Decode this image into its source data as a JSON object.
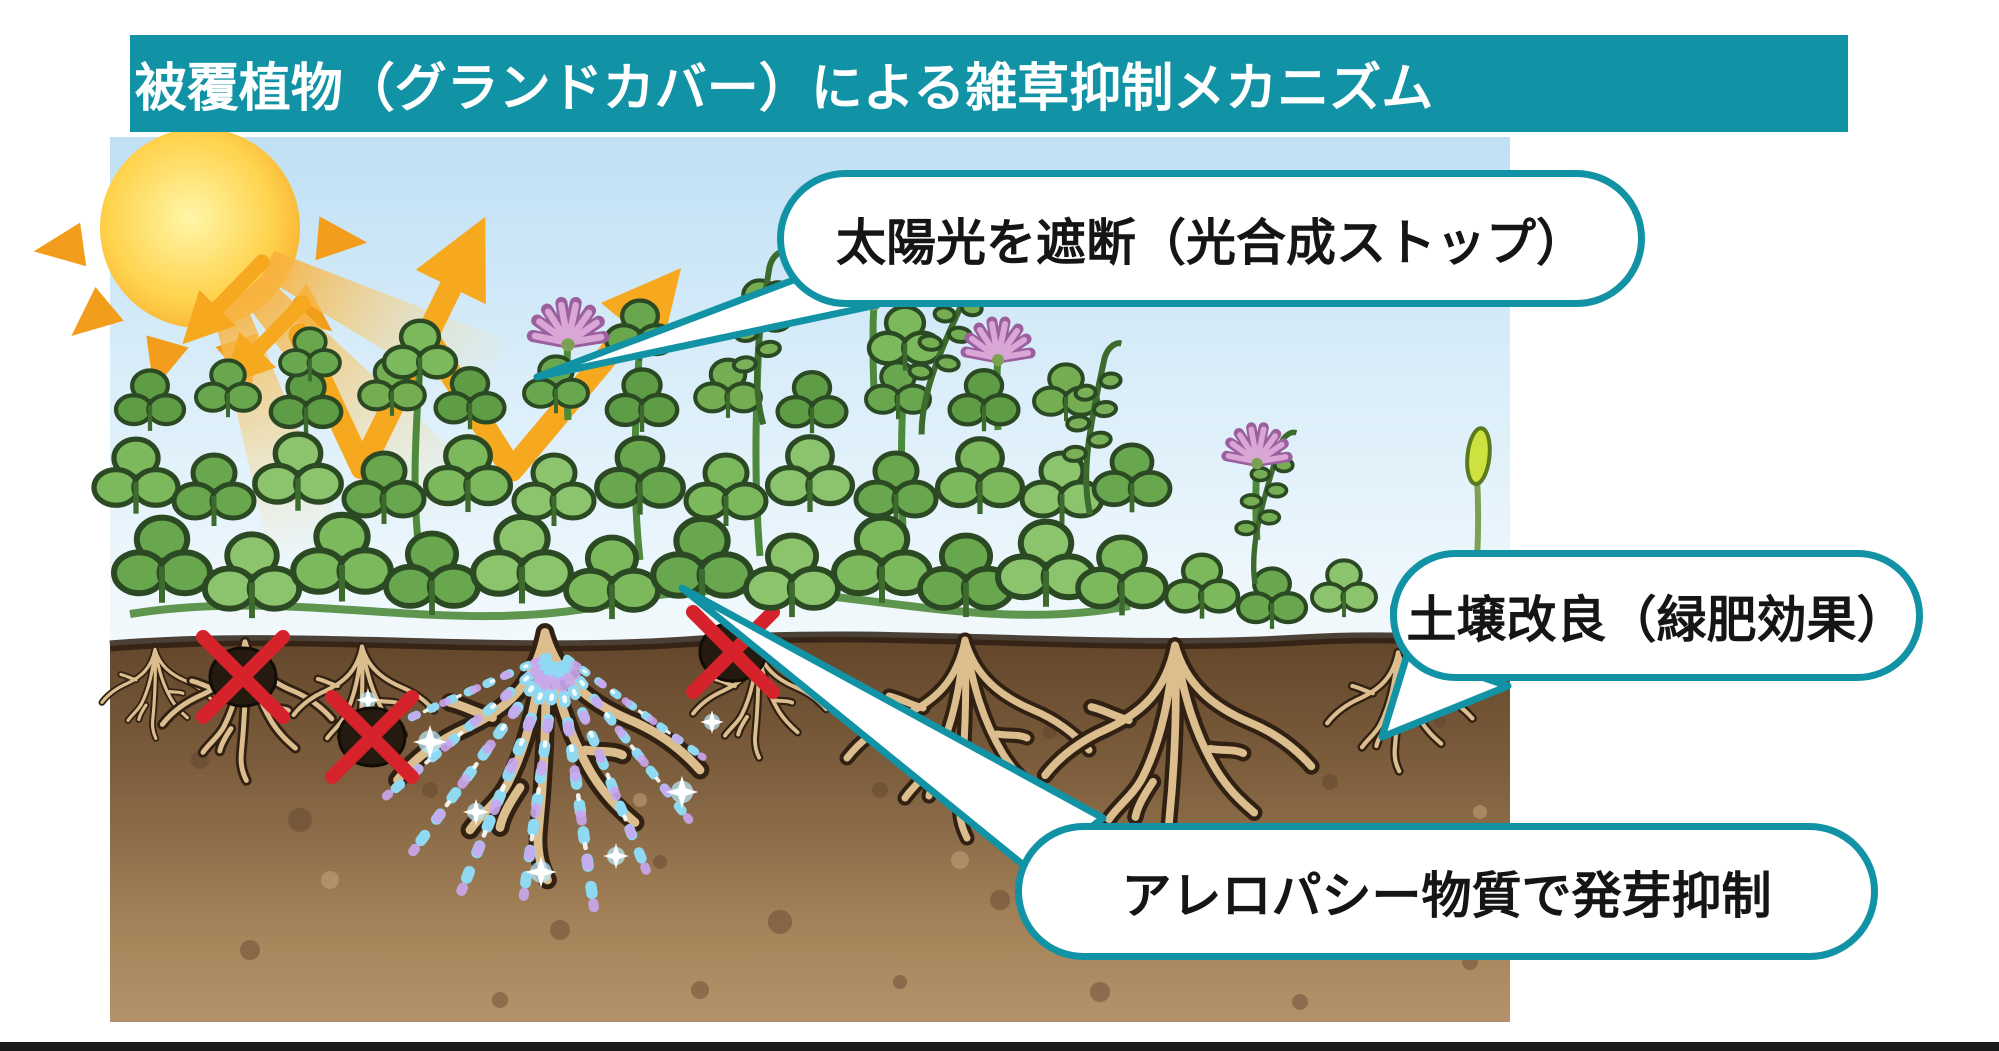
{
  "title": {
    "text": "被覆植物（グランドカバー）による雑草抑制メカニズム"
  },
  "callouts": {
    "sunlight_block": {
      "label": "太陽光を遮断（光合成ストップ）"
    },
    "soil_improvement": {
      "label": "土壌改良（緑肥効果）"
    },
    "allelopathy": {
      "label": "アレロパシー物質で発芽抑制"
    }
  },
  "icons": {
    "sun": "sun-icon",
    "light_bounce_arrows": "light-bounce-arrow-icon",
    "allelopathy_sparkles": "allelopathy-sparkle-icon",
    "suppressed_seed": "seed-crossed-out-icon"
  },
  "colors": {
    "accent_teal": "#1293a5",
    "title_text": "#ffffff",
    "callout_text": "#151515",
    "sun_orange": "#f59c1e",
    "arrow_orange": "#f6a81f",
    "sky_blue": "#bfe0f4",
    "leaf_green": "#6aa84f",
    "soil_brown": "#7a5a3b",
    "root_tan": "#dcbe8e",
    "sparkle_blue": "#8fd9f2",
    "sparkle_purple": "#c9a8ef",
    "x_mark_red": "#d6222b",
    "bottom_strip": "#1a1a1a"
  }
}
